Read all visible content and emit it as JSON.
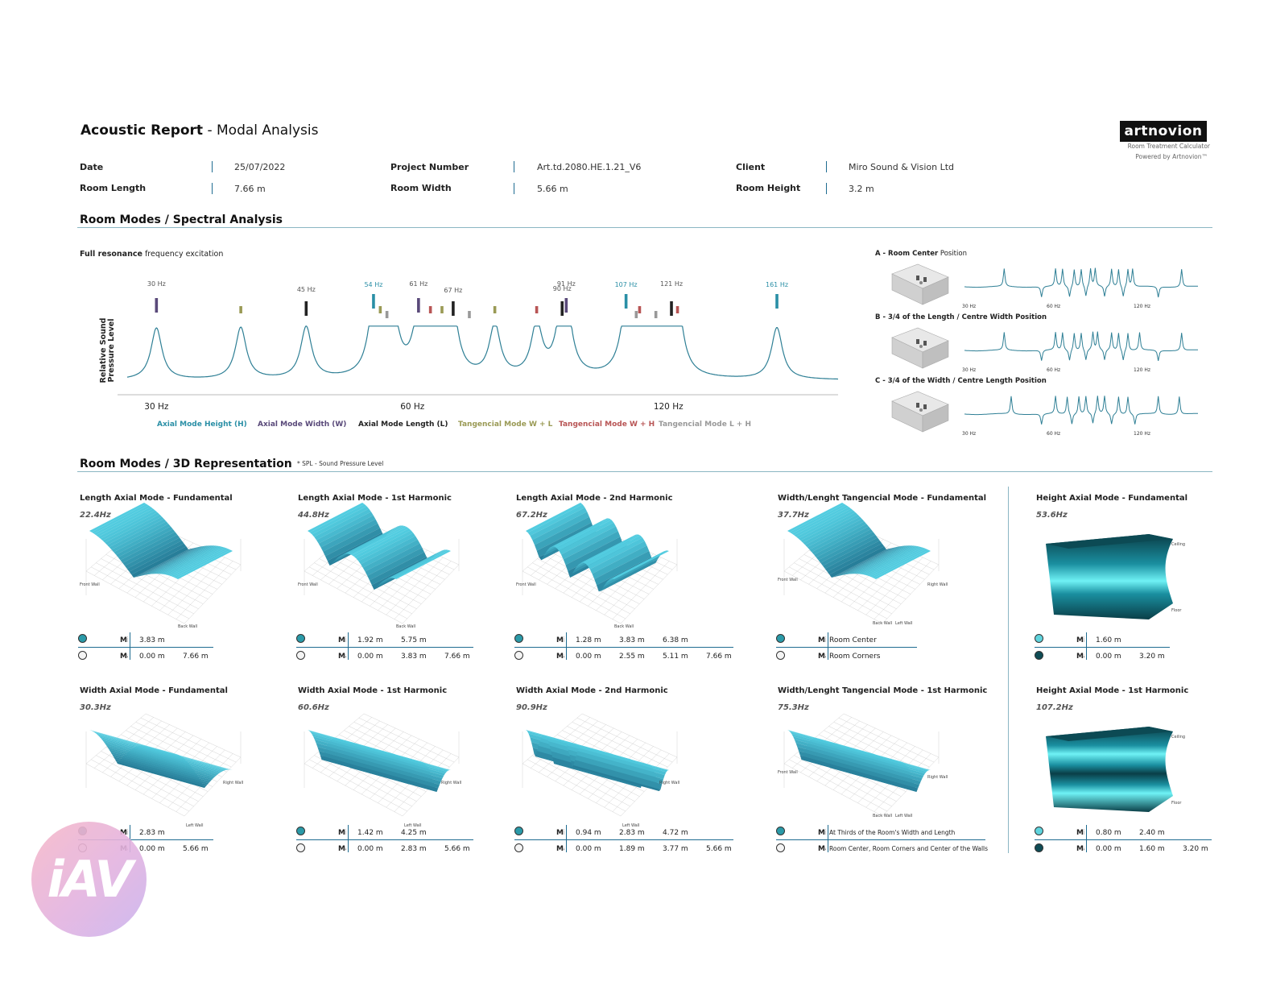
{
  "header": {
    "title_bold": "Acoustic Report",
    "title_rest": " - Modal Analysis",
    "logo": "artnovion",
    "logo_sub1": "Room Treatment Calculator",
    "logo_sub2": "Powered by Artnovion™"
  },
  "meta": {
    "date_label": "Date",
    "date": "25/07/2022",
    "project_label": "Project Number",
    "project": "Art.td.2080.HE.1.21_V6",
    "client_label": "Client",
    "client": "Miro Sound & Vision Ltd",
    "length_label": "Room Length",
    "length": "7.66 m",
    "width_label": "Room Width",
    "width": "5.66 m",
    "height_label": "Room Height",
    "height": "3.2 m"
  },
  "spectral": {
    "section_title": "Room Modes / Spectral Analysis",
    "subtitle_bold": "Full resonance",
    "subtitle_rest": " frequency excitation",
    "ylabel_line1": "Relative Sound",
    "ylabel_line2": "Pressure Level",
    "xticks": [
      "30 Hz",
      "60 Hz",
      "120 Hz"
    ],
    "peak_labels": [
      "30 Hz",
      "45 Hz",
      "54 Hz",
      "61 Hz",
      "67 Hz",
      "91 Hz",
      "90 Hz",
      "107 Hz",
      "121 Hz",
      "161 Hz"
    ],
    "legend": [
      {
        "label": "Axial Mode Height (H)",
        "color": "#2a8fa6"
      },
      {
        "label": "Axial Mode Width (W)",
        "color": "#5a4a7a"
      },
      {
        "label": "Axial Mode Length (L)",
        "color": "#222222"
      },
      {
        "label": "Tangencial Mode W + L",
        "color": "#9a9a55"
      },
      {
        "label": "Tangencial Mode W + H",
        "color": "#b85555"
      },
      {
        "label": "Tangencial Mode L + H",
        "color": "#999999"
      }
    ],
    "positions": [
      {
        "letter": "A",
        "bold": "Room Center",
        "rest": " Position",
        "ticks": [
          "30 Hz",
          "60 Hz",
          "120 Hz"
        ]
      },
      {
        "letter": "B",
        "bold": "3/4 of the Length / Centre Width Position",
        "rest": "",
        "ticks": [
          "30 Hz",
          "60 Hz",
          "120 Hz"
        ]
      },
      {
        "letter": "C",
        "bold": "3/4 of the Width / Centre Length Position",
        "rest": "",
        "ticks": [
          "30 Hz",
          "60 Hz",
          "120 Hz"
        ]
      }
    ]
  },
  "chart_data": {
    "type": "line",
    "title": "Full resonance frequency excitation",
    "xlabel": "",
    "ylabel": "Relative Sound Pressure Level",
    "x_scale": "log",
    "xlim": [
      27,
      190
    ],
    "xticks": [
      30,
      60,
      120
    ],
    "series": [
      {
        "name": "Axial Mode Height (H)",
        "peaks_hz": [
          54,
          107,
          161
        ]
      },
      {
        "name": "Axial Mode Width (W)",
        "peaks_hz": [
          30,
          61,
          91
        ]
      },
      {
        "name": "Axial Mode Length (L)",
        "peaks_hz": [
          45,
          67,
          90,
          121
        ]
      },
      {
        "name": "Tangencial Mode W + L",
        "peaks_hz": [
          37.7,
          55,
          65,
          75
        ]
      },
      {
        "name": "Tangencial Mode W + H",
        "peaks_hz": [
          63,
          84,
          111,
          123
        ]
      },
      {
        "name": "Tangencial Mode L + H",
        "peaks_hz": [
          56,
          70,
          110,
          116
        ]
      }
    ],
    "response_peaks_hz": [
      30,
      37.7,
      45,
      54,
      55,
      57,
      61,
      63,
      65,
      67,
      75,
      84,
      90,
      91,
      107,
      110,
      111,
      116,
      121,
      123,
      161
    ]
  },
  "rep3d": {
    "section_title": "Room Modes / 3D Representation",
    "note": "* SPL - Sound Pressure Level",
    "min_label": "Min",
    "max_label": "Max",
    "panels": [
      {
        "title": "Length Axial Mode - Fundamental",
        "freq": "22.4Hz",
        "min": [
          "3.83 m"
        ],
        "max": [
          "0.00 m",
          "7.66 m"
        ],
        "walls": [
          "Front Wall",
          "Back Wall"
        ]
      },
      {
        "title": "Length Axial Mode - 1st Harmonic",
        "freq": "44.8Hz",
        "min": [
          "1.92 m",
          "5.75 m"
        ],
        "max": [
          "0.00 m",
          "3.83 m",
          "7.66 m"
        ],
        "walls": [
          "Front Wall",
          "Back Wall"
        ]
      },
      {
        "title": "Length Axial Mode - 2nd Harmonic",
        "freq": "67.2Hz",
        "min": [
          "1.28 m",
          "3.83 m",
          "6.38 m"
        ],
        "max": [
          "0.00 m",
          "2.55 m",
          "5.11 m",
          "7.66 m"
        ],
        "walls": [
          "Front Wall",
          "Back Wall"
        ]
      },
      {
        "title": "Width/Lenght Tangencial Mode - Fundamental",
        "freq": "37.7Hz",
        "min": [
          "Room Center"
        ],
        "max": [
          "Room Corners"
        ],
        "walls": [
          "Front Wall",
          "Right Wall",
          "Back Wall",
          "Left Wall"
        ]
      },
      {
        "title": "Height Axial Mode - Fundamental",
        "freq": "53.6Hz",
        "min": [
          "1.60 m"
        ],
        "max": [
          "0.00 m",
          "3.20 m"
        ],
        "walls": [
          "Ceiling",
          "Floor"
        ]
      },
      {
        "title": "Width Axial Mode - Fundamental",
        "freq": "30.3Hz",
        "min": [
          "2.83 m"
        ],
        "max": [
          "0.00 m",
          "5.66 m"
        ],
        "walls": [
          "Right Wall",
          "Left Wall"
        ]
      },
      {
        "title": "Width Axial Mode - 1st Harmonic",
        "freq": "60.6Hz",
        "min": [
          "1.42 m",
          "4.25 m"
        ],
        "max": [
          "0.00 m",
          "2.83 m",
          "5.66 m"
        ],
        "walls": [
          "Right Wall",
          "Left Wall"
        ]
      },
      {
        "title": "Width Axial Mode - 2nd Harmonic",
        "freq": "90.9Hz",
        "min": [
          "0.94 m",
          "2.83 m",
          "4.72 m"
        ],
        "max": [
          "0.00 m",
          "1.89 m",
          "3.77 m",
          "5.66 m"
        ],
        "walls": [
          "Right Wall",
          "Left Wall"
        ]
      },
      {
        "title": "Width/Lenght Tangencial Mode - 1st Harmonic",
        "freq": "75.3Hz",
        "min": [
          "At Thirds of the Room's Width and Length"
        ],
        "max": [
          "Room Center, Room Corners and Center of the Walls"
        ],
        "walls": [
          "Front Wall",
          "Right Wall",
          "Back Wall",
          "Left Wall"
        ]
      },
      {
        "title": "Height Axial Mode - 1st Harmonic",
        "freq": "107.2Hz",
        "min": [
          "0.80 m",
          "2.40 m"
        ],
        "max": [
          "0.00 m",
          "1.60 m",
          "3.20 m"
        ],
        "walls": [
          "Ceiling",
          "Floor"
        ]
      }
    ]
  },
  "watermark": "iAV",
  "colors": {
    "accent": "#1f6c91",
    "curve": "#2e7f95",
    "rule": "#8bb6c3"
  }
}
